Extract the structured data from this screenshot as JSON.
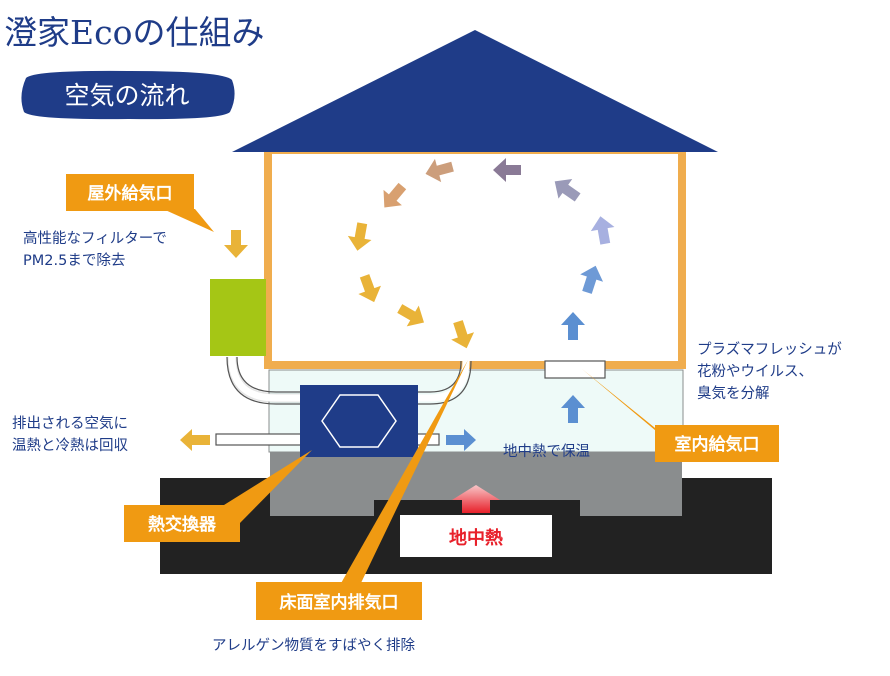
{
  "title": "澄家Ecoの仕組み",
  "subtitle": "空気の流れ",
  "colors": {
    "navy": "#1f3c88",
    "orange_frame": "#f0ad4e",
    "callout": "#f09a12",
    "filter_green": "#a5c615",
    "ground": "#222222",
    "foundation": "#8a8d8e",
    "crawl_space": "#eefaf8",
    "blue_arrow": "#5b8fd1",
    "exhaust_arrow": "#e9b338",
    "heat_red": "#e8202a"
  },
  "labels": {
    "outdoor_intake": "屋外給気口",
    "filter_note_1": "高性能なフィルターで",
    "filter_note_2": "PM2.5まで除去",
    "exhaust_note_1": "排出される空気に",
    "exhaust_note_2": "温熱と冷熱は回収",
    "heat_exchanger": "熱交換器",
    "geothermal": "地中熱",
    "geothermal_keep_warm": "地中熱で保温",
    "floor_exhaust": "床面室内排気口",
    "allergen_note": "アレルゲン物質をすばやく排除",
    "plasma_note_1": "プラズマフレッシュが",
    "plasma_note_2": "花粉やウイルス、",
    "plasma_note_3": "臭気を分解",
    "indoor_supply": "室内給気口"
  }
}
